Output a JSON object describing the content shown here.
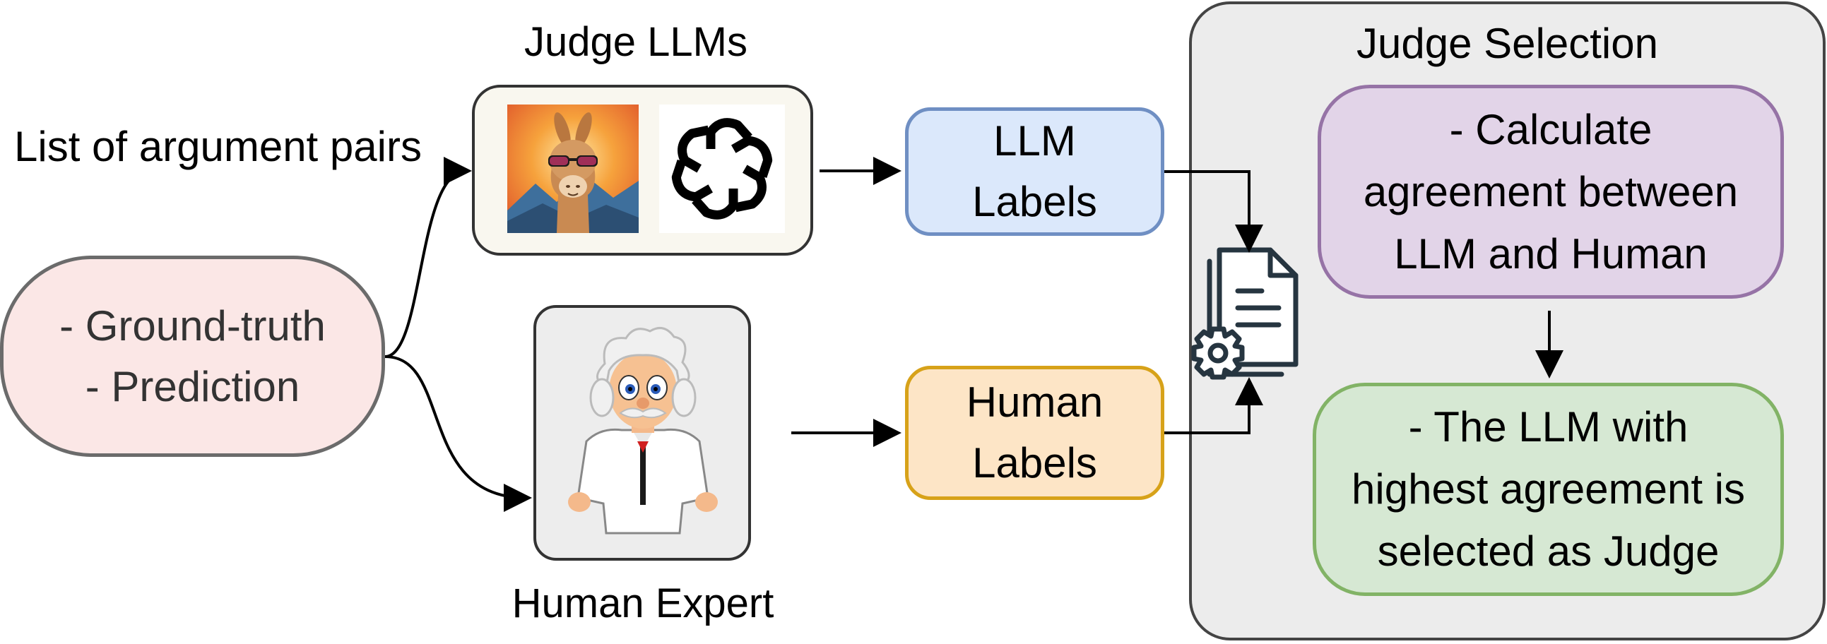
{
  "input": {
    "title_lines": [
      "List of",
      "argument pairs"
    ],
    "items": [
      "- Ground-truth",
      "- Prediction"
    ]
  },
  "judge_llms": {
    "title": "Judge LLMs",
    "icons": [
      "llama-icon",
      "openai-logo-icon"
    ]
  },
  "human_expert": {
    "title": "Human Expert",
    "icon": "scientist-icon"
  },
  "llm_labels": {
    "lines": [
      "LLM",
      "Labels"
    ]
  },
  "human_labels": {
    "lines": [
      "Human",
      "Labels"
    ]
  },
  "aggregator_icon": "document-gear-icon",
  "judge_selection": {
    "title": "Judge Selection",
    "step1_lines": [
      "- Calculate",
      "agreement between",
      "LLM and Human"
    ],
    "step2_lines": [
      "- The LLM with",
      "highest agreement is",
      "selected as Judge"
    ]
  },
  "colors": {
    "input_fill": "#fbe7e6",
    "llm_labels_fill": "#dbe8fb",
    "llm_labels_stroke": "#6f8fc3",
    "human_labels_fill": "#fde5c6",
    "human_labels_stroke": "#d7a219",
    "calc_fill": "#e2d4e8",
    "calc_stroke": "#9673a6",
    "result_fill": "#d6e8d3",
    "result_stroke": "#82b366",
    "panel_fill": "#ececec"
  }
}
